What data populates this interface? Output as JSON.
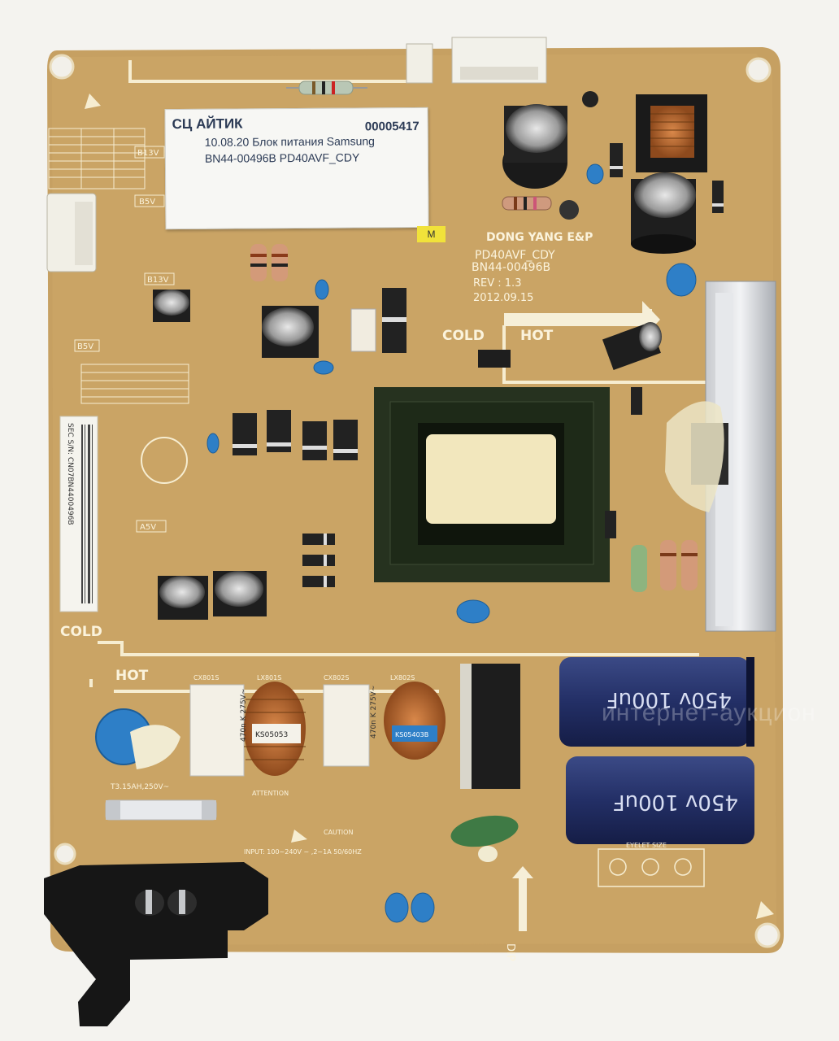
{
  "photo": {
    "sticker": {
      "title": "СЦ АЙТИК",
      "number": "00005417",
      "line1": "10.08.20 Блок питания Samsung",
      "line2": "BN44-00496B PD40AVF_CDY"
    },
    "board": {
      "maker": "DONG YANG E&P",
      "model": "PD40AVF_CDY",
      "part": "BN44-00496B",
      "rev": "REV : 1.3",
      "date": "2012.09.15",
      "cold_label": "COLD",
      "hot_label": "HOT",
      "rail_labels": [
        "B13V",
        "B5V",
        "B13V",
        "B5V",
        "A5V"
      ],
      "fuse_label": "T3.15AH,250V~",
      "input_label": "INPUT: 100~240V ~ ,2~1A 50/60HZ",
      "dip_label": "DIP",
      "eyelet_label": "EYELET SIZE",
      "cap_rating": "450v 100uF",
      "film_cap_rating": "470n K 275V~",
      "tag": "M",
      "barcode_label": "SEC S/N: CN07BN4400496B",
      "attention_text": "ATTENTION",
      "caution_text": "CAUTION",
      "silk_x_left": "CX801S",
      "silk_x_right": "CX802S",
      "silk_lx_left": "LX801S",
      "silk_lx_right": "LX802S",
      "coil_marking": "KS05053",
      "coil_marking2": "KS05403B"
    },
    "watermark": "интернет-аукцион"
  }
}
